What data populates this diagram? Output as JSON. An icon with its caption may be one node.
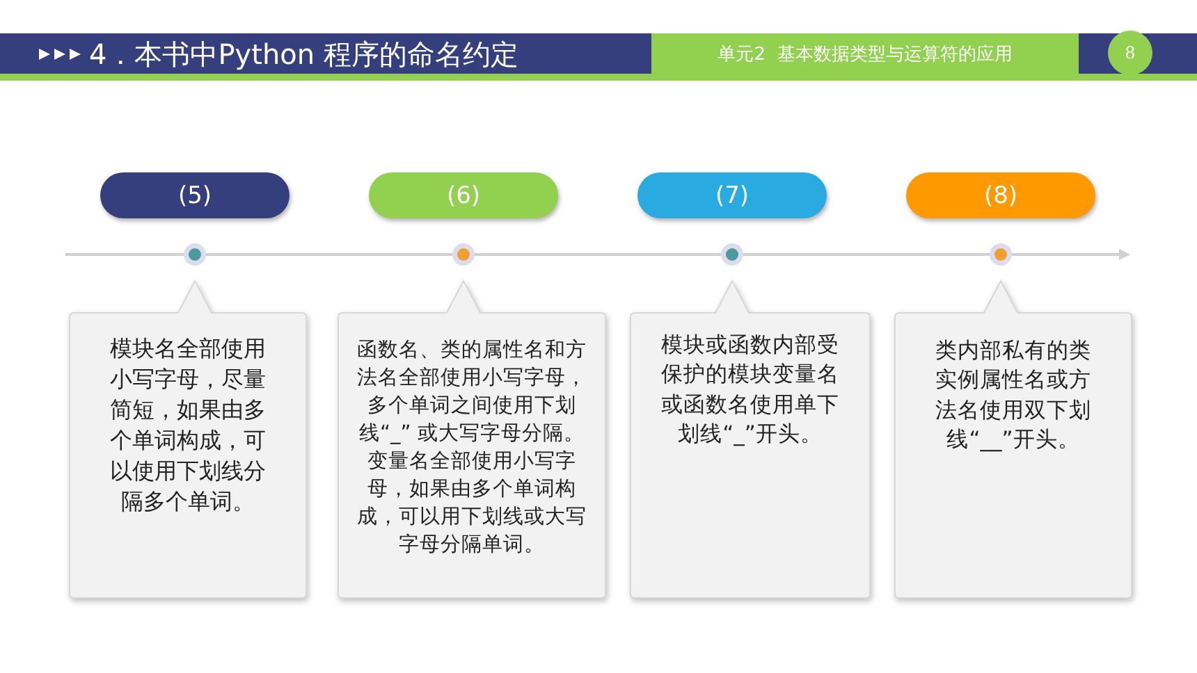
{
  "diagram": {
    "title": "4．本书中Python 程序的命名约定",
    "nodes": [
      {
        "text": [
          "(5)"
        ]
      },
      {
        "text": [
          "(6)"
        ]
      },
      {
        "text": [
          "(7)"
        ]
      },
      {
        "text": [
          "(8)"
        ]
      },
      {
        "text": [
          "模块名全部使用小写字母，尽量简短，如果由多个单词构成，可以使用下划线分隔多个单词。"
        ]
      },
      {
        "text": [
          "函数名、类的属性名和方法名全部使用小写字母，多个单词之间使用下划线“_” 或大写字母分隔。变量名全部使用小写字母，如果由多个单词构成，可以用下划线或大写字母分隔单词。"
        ]
      },
      {
        "text": [
          "模块或函数内部受保护的模块变量名或函数名使用单下划线“_”开头。"
        ]
      },
      {
        "text": [
          "类内部私有的类实例属性名或方法名使用双下划线“__”开头。"
        ]
      }
    ],
    "labels": [
      "单元2  基本数据类型与运算符的应用",
      "8"
    ]
  }
}
